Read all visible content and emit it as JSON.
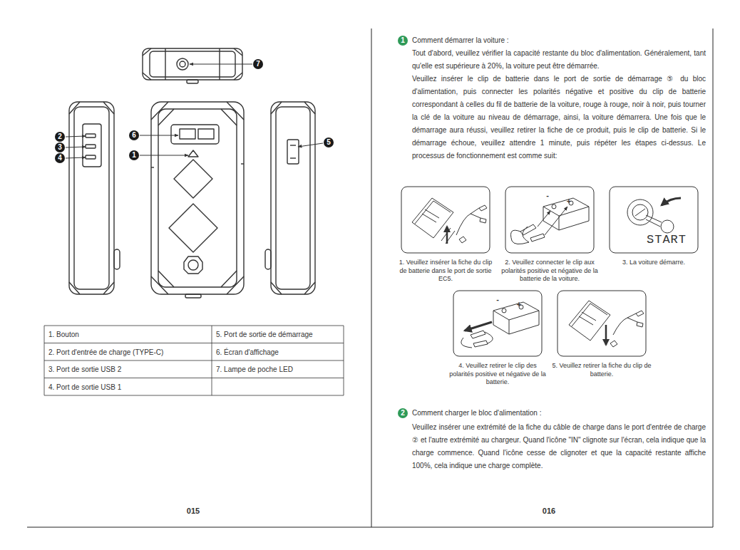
{
  "diagram": {
    "nodes": [
      {
        "text": [
          "1"
        ]
      },
      {
        "text": [
          "2"
        ]
      },
      {
        "text": [
          "3"
        ]
      },
      {
        "text": [
          "4"
        ]
      },
      {
        "text": [
          "5"
        ]
      },
      {
        "text": [
          "6"
        ]
      },
      {
        "text": [
          "7"
        ]
      },
      {
        "text": [
          "1"
        ]
      },
      {
        "text": [
          "2"
        ]
      }
    ],
    "labels": [
      "1. Bouton",
      "5. Port de sortie de démarrage",
      "2. Port d'entrée de charge (TYPE-C)",
      "6. Écran d'affichage",
      "3. Port de sortie USB 2",
      "7. Lampe de poche LED",
      "4. Port de sortie USB 1",
      "Comment démarrer la voiture :",
      "Tout d'abord, veuillez vérifier la capacité restante du bloc d'alimentation. Généralement, tant qu'elle est supérieure à 20%, la voiture peut être démarrée.",
      "Veuillez insérer le clip de batterie dans le port de sortie de démarrage ⑤ du bloc d'alimentation, puis connecter les polarités négative et positive du clip de batterie correspondant à celles du fil de batterie de la voiture, rouge à rouge, noir à noir, puis tourner la clé de la voiture au niveau de démarrage, ainsi, la voiture démarrera. Une fois que le démarrage aura réussi, veuillez retirer la fiche de ce produit, puis le clip de batterie. Si le démarrage échoue, veuillez attendre 1 minute, puis répéter les étapes ci-dessus. Le processus de fonctionnement est comme suit:",
      "START",
      "-",
      "+",
      "-",
      "+",
      "1. Veuillez insérer la fiche du clip de batterie dans le port de sortie EC5.",
      "2. Veuillez connecter le clip aux polarités positive et négative de la batterie de la voiture.",
      "3. La voiture démarre.",
      "4. Veuillez retirer le clip des polarités positive et négative de la batterie.",
      "5. Veuillez retirer la fiche du clip de batterie.",
      "Comment charger le bloc d'alimentation :",
      "Veuillez insérer une extrémité de la fiche du câble de charge dans le port d'entrée de charge ② et l'autre extrémité au chargeur. Quand l'icône \"IN\" clignote sur l'écran, cela indique que la charge commence. Quand l'icône cesse de clignoter et que la capacité restante affiche 100%, cela indique une charge complète.",
      "015",
      "016"
    ]
  }
}
